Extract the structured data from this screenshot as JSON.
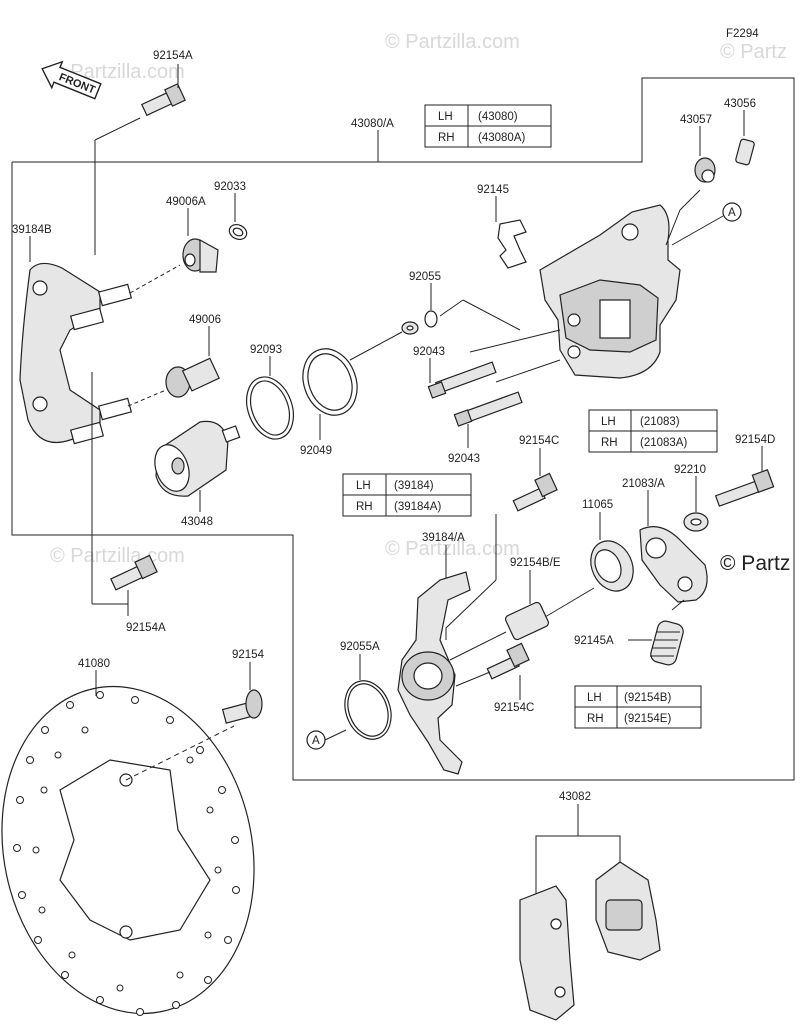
{
  "figure_code": "F2294",
  "front_arrow": "FRONT",
  "watermark": "© Partzilla.com",
  "watermark_right": "© Partz",
  "circle_ref": "A",
  "labels": {
    "p92154A_top": "92154A",
    "p43080A": "43080/A",
    "p43056": "43056",
    "p43057": "43057",
    "p92033": "92033",
    "p49006A": "49006A",
    "p39184B": "39184B",
    "p92145": "92145",
    "p92055": "92055",
    "p49006": "49006",
    "p92093": "92093",
    "p92043a": "92043",
    "p92049": "92049",
    "p92043b": "92043",
    "p92154C_top": "92154C",
    "p92154D": "92154D",
    "p92210": "92210",
    "p43048": "43048",
    "p21083A": "21083/A",
    "p11065": "11065",
    "p39184A": "39184/A",
    "p92154BE": "92154B/E",
    "p92154A_bot": "92154A",
    "p92145A": "92145A",
    "p41080": "41080",
    "p92154": "92154",
    "p92055A": "92055A",
    "p92154C_bot": "92154C",
    "p43082": "43082"
  },
  "tables": {
    "t43080": [
      [
        "LH",
        "(43080)"
      ],
      [
        "RH",
        "(43080A)"
      ]
    ],
    "t21083": [
      [
        "LH",
        "(21083)"
      ],
      [
        "RH",
        "(21083A)"
      ]
    ],
    "t39184": [
      [
        "LH",
        "(39184)"
      ],
      [
        "RH",
        "(39184A)"
      ]
    ],
    "t92154": [
      [
        "LH",
        "(92154B)"
      ],
      [
        "RH",
        "(92154E)"
      ]
    ]
  }
}
